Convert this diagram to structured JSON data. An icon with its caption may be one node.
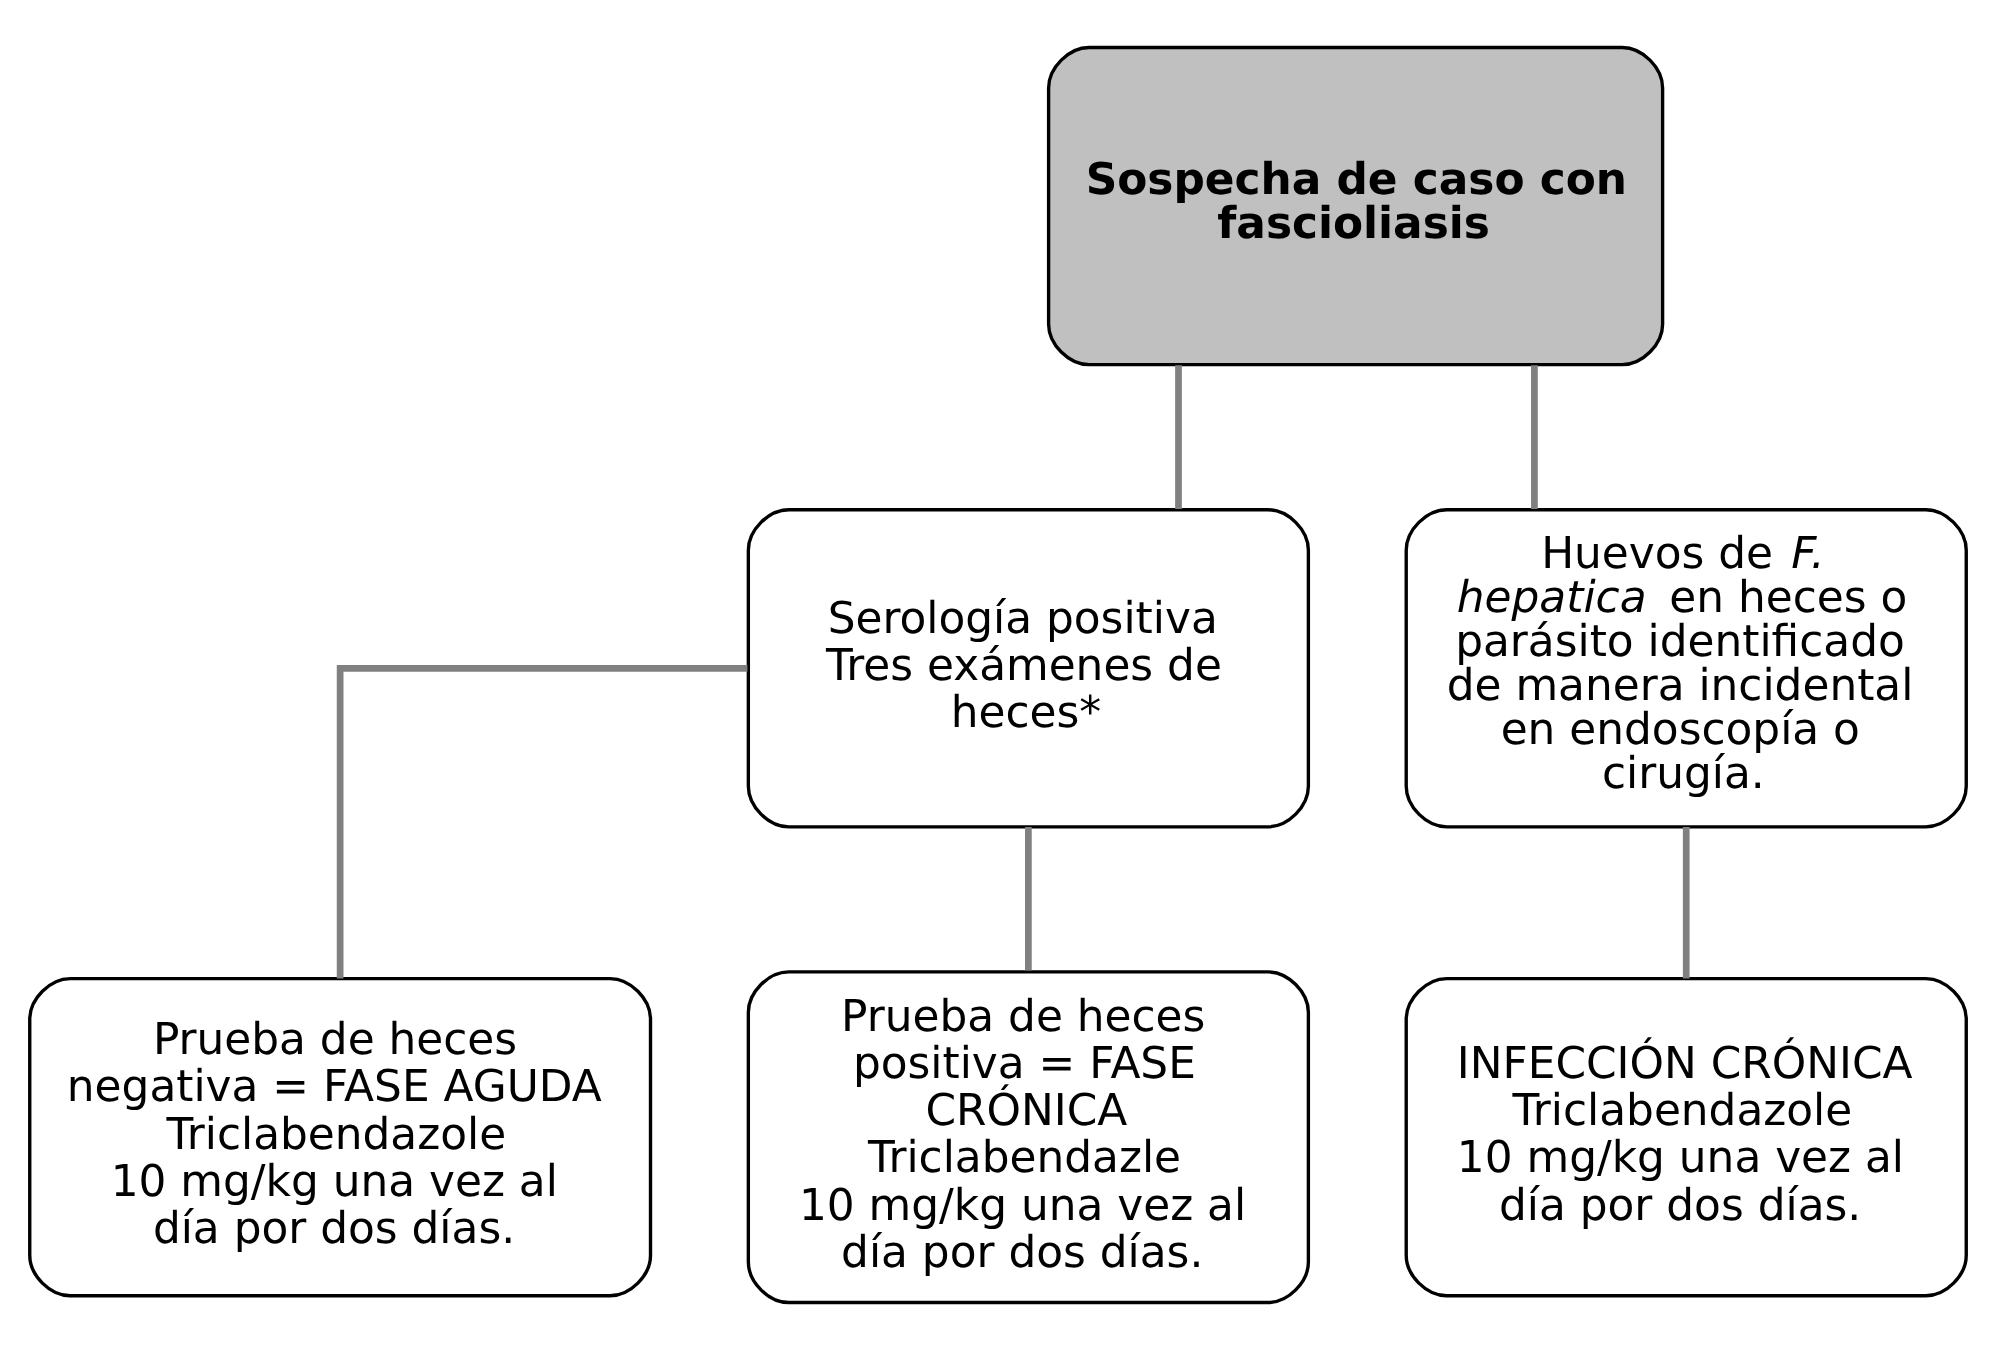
{
  "diagram": {
    "nodes": [
      {
        "text": [
          "Sospecha de caso con fascioliasis"
        ]
      },
      {
        "text": [
          "Serología positiva",
          "Tres exámenes de heces*"
        ]
      },
      {
        "text": [
          "Huevos de *F. hepatica* en heces o parásito identificado de manera incidental en endoscopía o cirugía."
        ]
      },
      {
        "text": [
          "Prueba de heces negativa = FASE AGUDA",
          "Triclabendazole",
          "10 mg/kg una vez al día por dos días."
        ]
      },
      {
        "text": [
          "Prueba de heces positiva = FASE CRÓNICA",
          "Triclabendazle",
          "10 mg/kg una vez al día por dos días."
        ]
      },
      {
        "text": [
          "INFECCIÓN CRÓNICA",
          "Triclabendazole",
          "10 mg/kg una vez al día por dos días."
        ]
      }
    ],
    "edges": [
      {
        "from": 0,
        "to": 1,
        "arrow": "none"
      },
      {
        "from": 0,
        "to": 2,
        "arrow": "none"
      },
      {
        "from": 1,
        "to": 3,
        "arrow": "none"
      },
      {
        "from": 1,
        "to": 4,
        "arrow": "none"
      },
      {
        "from": 2,
        "to": 5,
        "arrow": "none"
      }
    ]
  }
}
